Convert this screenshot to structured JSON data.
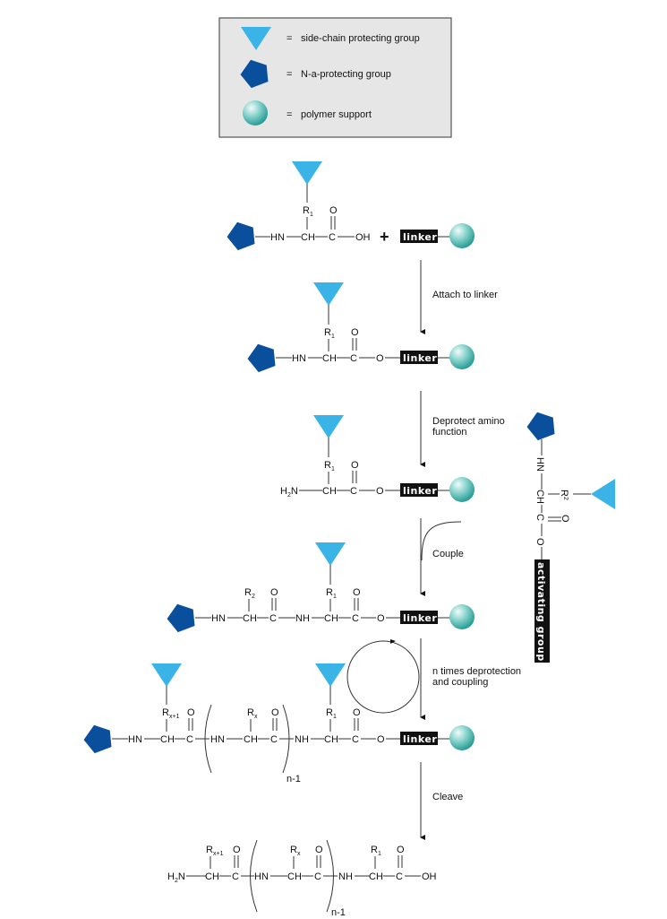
{
  "legend": {
    "items": [
      {
        "icon": "triangle-icon",
        "eq": "=",
        "label": "side-chain protecting group"
      },
      {
        "icon": "pentagon-icon",
        "eq": "=",
        "label": "N-a-protecting group"
      },
      {
        "icon": "sphere-icon",
        "eq": "=",
        "label": "polymer support"
      }
    ]
  },
  "colors": {
    "side_chain": "#3ab4e6",
    "n_protect": "#0a4f9c",
    "support_light": "#d8f2ef",
    "support_dark": "#2fa8a0",
    "linker_bg": "#111111",
    "legend_bg": "#e6e6e6"
  },
  "atoms": {
    "HN": "HN",
    "NH": "NH",
    "CH": "CH",
    "C": "C",
    "O": "O",
    "OH": "OH",
    "H2N_main": "H",
    "H2N_sub": "2",
    "H2N_end": "N",
    "R": "R",
    "sub1": "1",
    "sub2": "2",
    "subx": "x",
    "subx1": "x+1",
    "plus": "+",
    "n_minus_1": "n-1"
  },
  "linker_label": "linker",
  "activating_label": "activating group",
  "steps": [
    {
      "label": "Attach to linker"
    },
    {
      "label_lines": [
        "Deprotect amino",
        "function"
      ]
    },
    {
      "label": "Couple"
    },
    {
      "label_lines": [
        "n times deprotection",
        "and coupling"
      ]
    },
    {
      "label": "Cleave"
    }
  ]
}
